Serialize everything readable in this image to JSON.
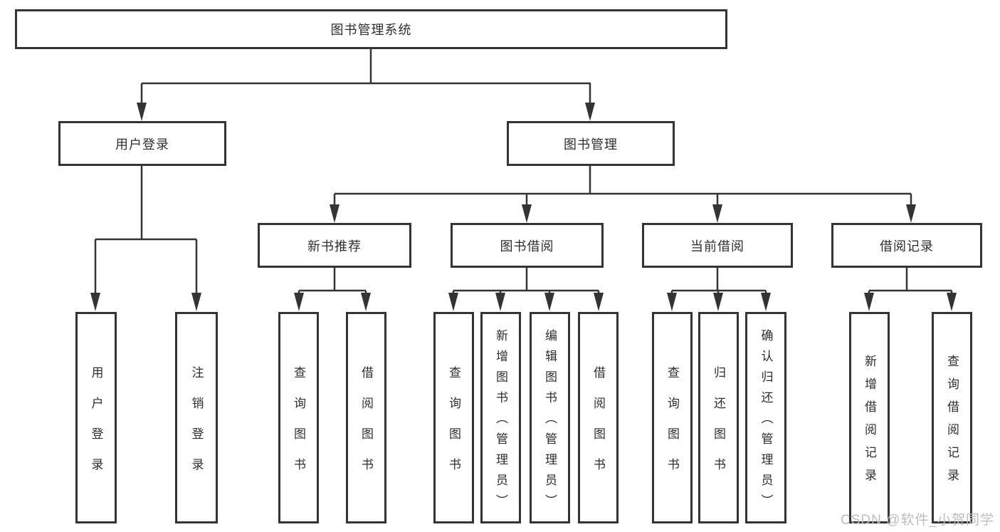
{
  "tree": {
    "root": {
      "label": "图书管理系统"
    },
    "branches": [
      {
        "label": "用户登录",
        "children": [
          {
            "label": "用户登录"
          },
          {
            "label": "注销登录"
          }
        ]
      },
      {
        "label": "图书管理",
        "groups": [
          {
            "label": "新书推荐",
            "children": [
              {
                "label": "查询图书"
              },
              {
                "label": "借阅图书"
              }
            ]
          },
          {
            "label": "图书借阅",
            "children": [
              {
                "label": "查询图书"
              },
              {
                "label": "新增图书（管理员）"
              },
              {
                "label": "编辑图书（管理员）"
              },
              {
                "label": "借阅图书"
              }
            ]
          },
          {
            "label": "当前借阅",
            "children": [
              {
                "label": "查询图书"
              },
              {
                "label": "归还图书"
              },
              {
                "label": "确认归还（管理员）"
              }
            ]
          },
          {
            "label": "借阅记录",
            "children": [
              {
                "label": "新增借阅记录"
              },
              {
                "label": "查询借阅记录"
              }
            ]
          }
        ]
      }
    ]
  },
  "watermark": {
    "text": "CSDN @软件_小贺同学"
  },
  "colors": {
    "line": "#343434",
    "box_border": "#343434",
    "text": "#2e2e2e",
    "watermark": "#bdbdbd",
    "background": "#ffffff"
  }
}
